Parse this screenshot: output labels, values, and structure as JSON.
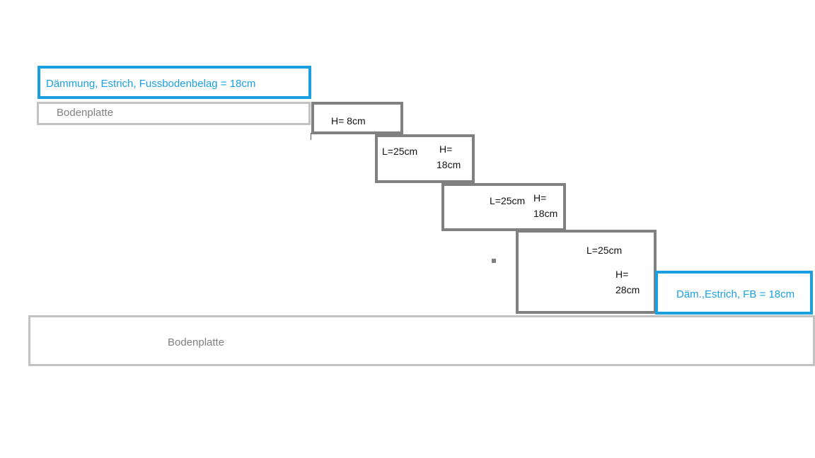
{
  "upper_floor": {
    "insulation_label": "Dämmung, Estrich, Fussbodenbelag = 18cm",
    "slab_label": "Bodenplatte"
  },
  "steps": [
    {
      "height_label": "H= 8cm"
    },
    {
      "length_label": "L=25cm",
      "height_line1": "H=",
      "height_line2": "18cm"
    },
    {
      "length_label": "L=25cm",
      "height_line1": "H=",
      "height_line2": "18cm"
    },
    {
      "length_label": "L=25cm",
      "height_line1": "H=",
      "height_line2": "28cm"
    }
  ],
  "lower_floor": {
    "insulation_label": "Däm.,Estrich, FB = 18cm",
    "slab_label": "Bodenplatte"
  },
  "colors": {
    "insulation": "#1aa0e0",
    "slab": "#c2c2c2",
    "step": "#808080"
  }
}
